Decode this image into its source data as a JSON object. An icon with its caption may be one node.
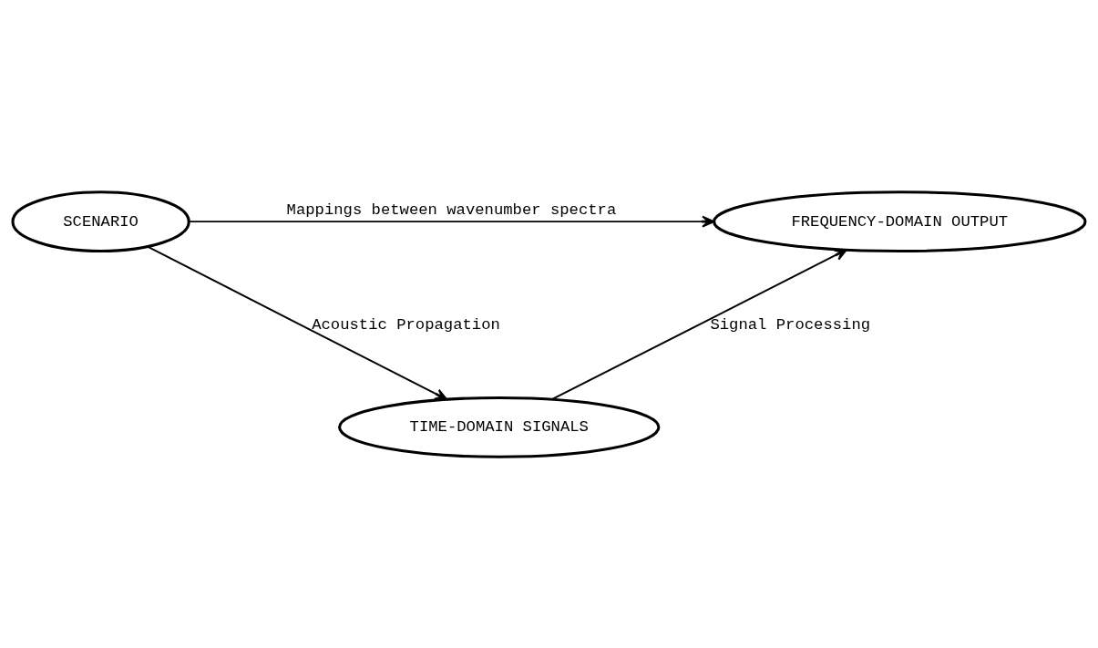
{
  "diagram": {
    "nodes": [
      {
        "text": [
          "SCENARIO"
        ]
      },
      {
        "text": [
          "FREQUENCY-DOMAIN OUTPUT"
        ]
      },
      {
        "text": [
          "TIME-DOMAIN SIGNALS"
        ]
      }
    ],
    "edges": [
      {
        "from": 0,
        "to": 1,
        "arrow": "to",
        "label": "Mappings between wavenumber spectra"
      },
      {
        "from": 0,
        "to": 2,
        "arrow": "to",
        "label": "Acoustic Propagation"
      },
      {
        "from": 2,
        "to": 1,
        "arrow": "to",
        "label": "Signal Processing"
      }
    ]
  }
}
